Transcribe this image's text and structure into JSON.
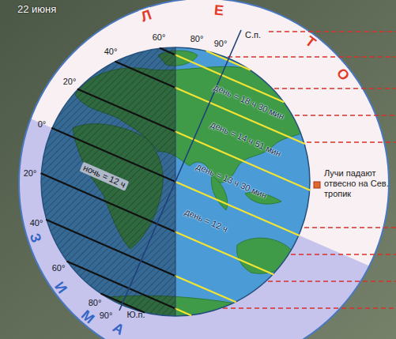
{
  "diagram": {
    "title": "22 июня",
    "labels": [
      "Л",
      "Е",
      "Т",
      "О",
      "60°",
      "80°",
      "90°",
      "С.п.",
      "40°",
      "20°",
      "день = 18 ч 30 мин",
      "день = 14 ч 51 мин",
      "0°",
      "ночь = 12 ч",
      "день = 13 ч 30 мин",
      "Лучи падают отвесно на Сев. тропик",
      "20°",
      "день = 12 ч",
      "40°",
      "60°",
      "80°",
      "90°",
      "Ю.п.",
      "З",
      "И",
      "М",
      "А"
    ]
  }
}
